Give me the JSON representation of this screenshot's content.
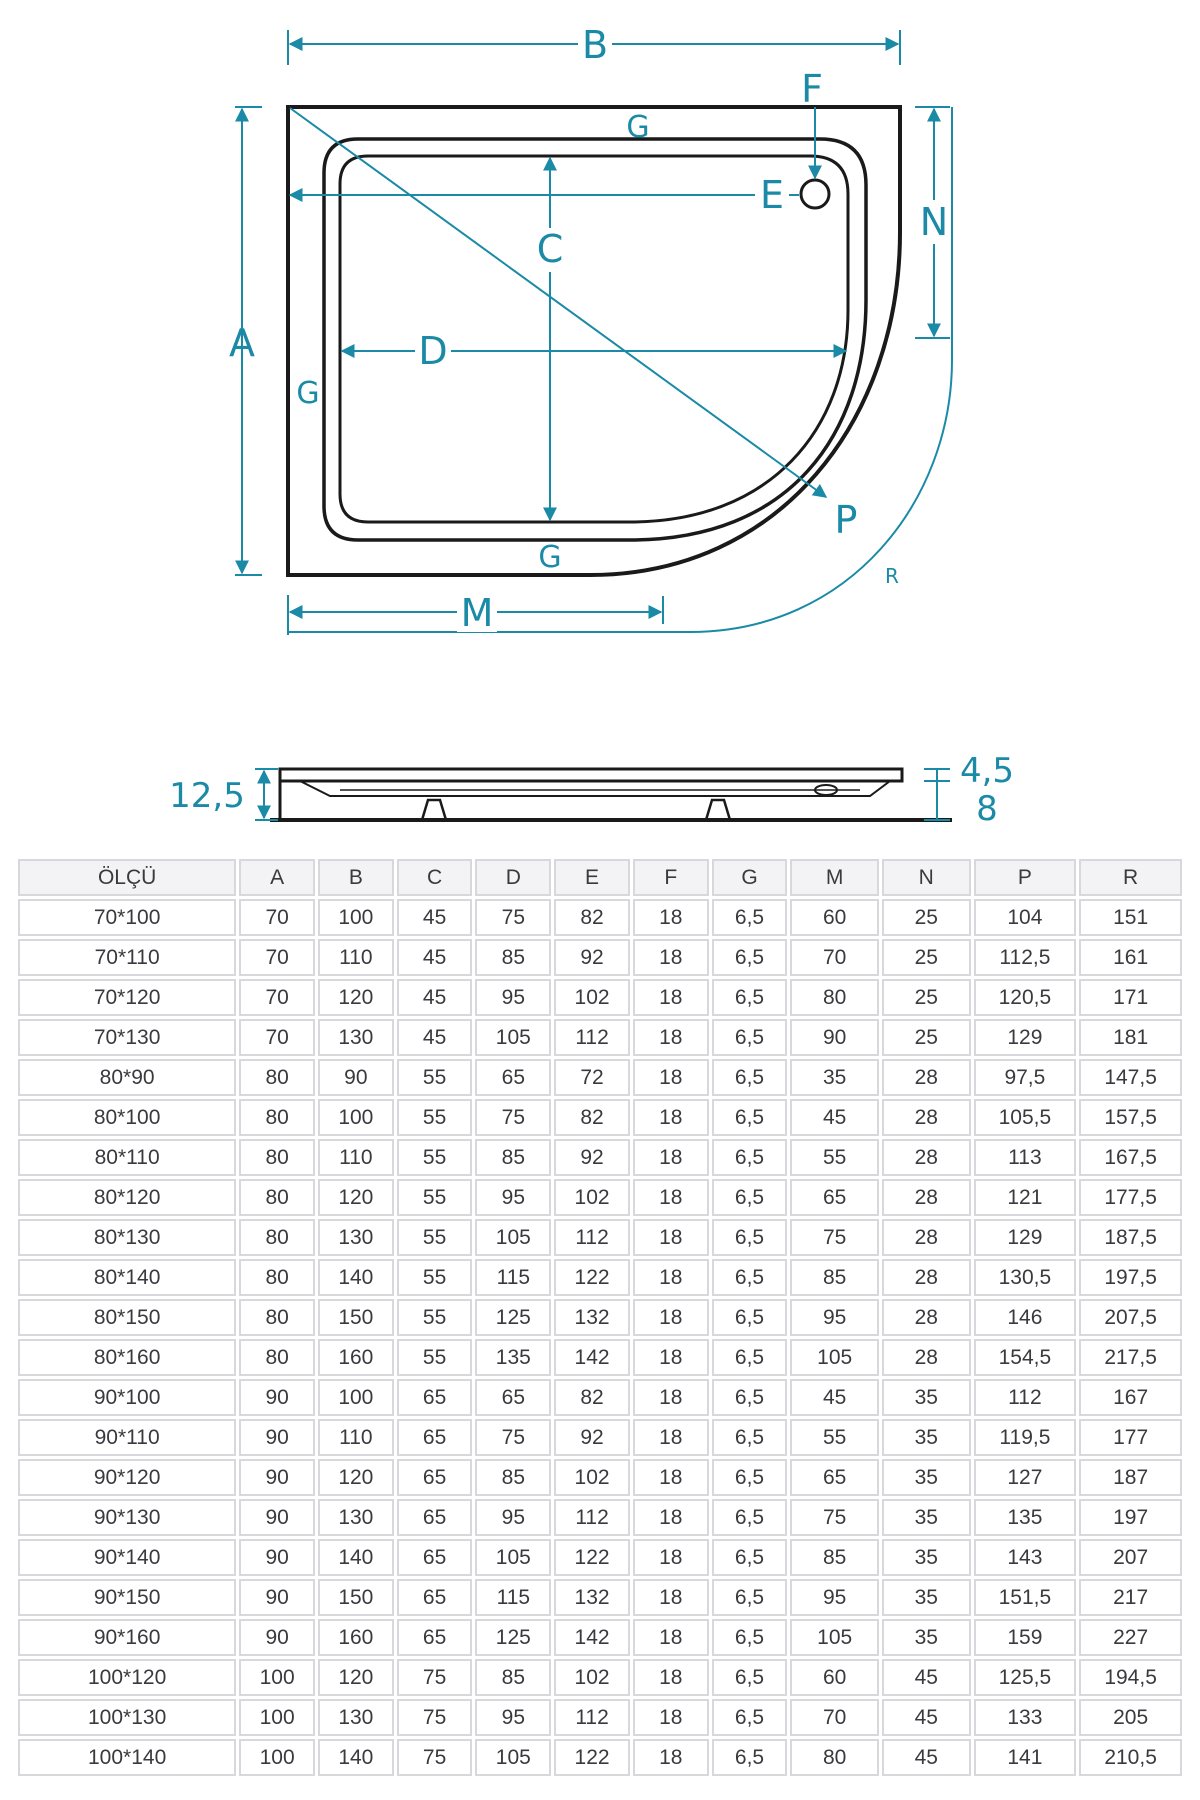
{
  "diagram": {
    "accent_color": "#1a8aa6",
    "line_color": "#1a1a1a",
    "top_view": {
      "labels": {
        "A": "A",
        "B": "B",
        "C": "C",
        "D": "D",
        "E": "E",
        "F": "F",
        "G_top": "G",
        "G_left": "G",
        "G_bottom": "G",
        "M": "M",
        "N": "N",
        "P": "P",
        "R": "R"
      }
    },
    "side_view": {
      "height_label": "12,5",
      "rim_label": "4,5",
      "base_label": "8"
    }
  },
  "table": {
    "headers": [
      "ÖLÇÜ",
      "A",
      "B",
      "C",
      "D",
      "E",
      "F",
      "G",
      "M",
      "N",
      "P",
      "R"
    ],
    "rows": [
      [
        "70*100",
        "70",
        "100",
        "45",
        "75",
        "82",
        "18",
        "6,5",
        "60",
        "25",
        "104",
        "151"
      ],
      [
        "70*110",
        "70",
        "110",
        "45",
        "85",
        "92",
        "18",
        "6,5",
        "70",
        "25",
        "112,5",
        "161"
      ],
      [
        "70*120",
        "70",
        "120",
        "45",
        "95",
        "102",
        "18",
        "6,5",
        "80",
        "25",
        "120,5",
        "171"
      ],
      [
        "70*130",
        "70",
        "130",
        "45",
        "105",
        "112",
        "18",
        "6,5",
        "90",
        "25",
        "129",
        "181"
      ],
      [
        "80*90",
        "80",
        "90",
        "55",
        "65",
        "72",
        "18",
        "6,5",
        "35",
        "28",
        "97,5",
        "147,5"
      ],
      [
        "80*100",
        "80",
        "100",
        "55",
        "75",
        "82",
        "18",
        "6,5",
        "45",
        "28",
        "105,5",
        "157,5"
      ],
      [
        "80*110",
        "80",
        "110",
        "55",
        "85",
        "92",
        "18",
        "6,5",
        "55",
        "28",
        "113",
        "167,5"
      ],
      [
        "80*120",
        "80",
        "120",
        "55",
        "95",
        "102",
        "18",
        "6,5",
        "65",
        "28",
        "121",
        "177,5"
      ],
      [
        "80*130",
        "80",
        "130",
        "55",
        "105",
        "112",
        "18",
        "6,5",
        "75",
        "28",
        "129",
        "187,5"
      ],
      [
        "80*140",
        "80",
        "140",
        "55",
        "115",
        "122",
        "18",
        "6,5",
        "85",
        "28",
        "130,5",
        "197,5"
      ],
      [
        "80*150",
        "80",
        "150",
        "55",
        "125",
        "132",
        "18",
        "6,5",
        "95",
        "28",
        "146",
        "207,5"
      ],
      [
        "80*160",
        "80",
        "160",
        "55",
        "135",
        "142",
        "18",
        "6,5",
        "105",
        "28",
        "154,5",
        "217,5"
      ],
      [
        "90*100",
        "90",
        "100",
        "65",
        "65",
        "82",
        "18",
        "6,5",
        "45",
        "35",
        "112",
        "167"
      ],
      [
        "90*110",
        "90",
        "110",
        "65",
        "75",
        "92",
        "18",
        "6,5",
        "55",
        "35",
        "119,5",
        "177"
      ],
      [
        "90*120",
        "90",
        "120",
        "65",
        "85",
        "102",
        "18",
        "6,5",
        "65",
        "35",
        "127",
        "187"
      ],
      [
        "90*130",
        "90",
        "130",
        "65",
        "95",
        "112",
        "18",
        "6,5",
        "75",
        "35",
        "135",
        "197"
      ],
      [
        "90*140",
        "90",
        "140",
        "65",
        "105",
        "122",
        "18",
        "6,5",
        "85",
        "35",
        "143",
        "207"
      ],
      [
        "90*150",
        "90",
        "150",
        "65",
        "115",
        "132",
        "18",
        "6,5",
        "95",
        "35",
        "151,5",
        "217"
      ],
      [
        "90*160",
        "90",
        "160",
        "65",
        "125",
        "142",
        "18",
        "6,5",
        "105",
        "35",
        "159",
        "227"
      ],
      [
        "100*120",
        "100",
        "120",
        "75",
        "85",
        "102",
        "18",
        "6,5",
        "60",
        "45",
        "125,5",
        "194,5"
      ],
      [
        "100*130",
        "100",
        "130",
        "75",
        "95",
        "112",
        "18",
        "6,5",
        "70",
        "45",
        "133",
        "205"
      ],
      [
        "100*140",
        "100",
        "140",
        "75",
        "105",
        "122",
        "18",
        "6,5",
        "80",
        "45",
        "141",
        "210,5"
      ]
    ]
  }
}
